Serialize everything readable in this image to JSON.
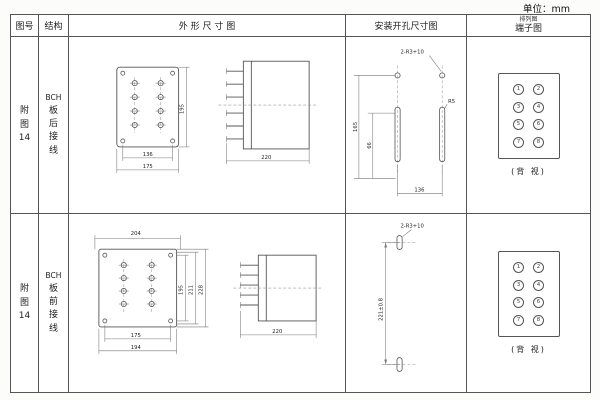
{
  "unit": "单位：mm",
  "headers": {
    "fig": "图号",
    "structure": "结构",
    "outline": "外 形 尺 寸 图",
    "install": "安装开孔尺寸图",
    "terminal_sub": "排列图",
    "terminal": "端子图"
  },
  "rows": [
    {
      "fig": [
        "附",
        "图",
        "14"
      ],
      "structure": [
        "BCH",
        "板",
        "后",
        "接",
        "线"
      ],
      "outline": {
        "h": "195",
        "w_in": "136",
        "w_out": "175",
        "depth": "220"
      },
      "install": {
        "h_out": "165",
        "h_in": "66",
        "w": "136",
        "holes": "2-R3+10",
        "radius": "R5"
      },
      "terminal": {
        "caption": "(背 视)",
        "pins": [
          "1",
          "2",
          "3",
          "4",
          "5",
          "6",
          "7",
          "8"
        ]
      }
    },
    {
      "fig": [
        "附",
        "图",
        "14"
      ],
      "structure": [
        "BCH",
        "板",
        "前",
        "接",
        "线"
      ],
      "outline": {
        "top": "204",
        "h1": "195",
        "h2": "211",
        "h3": "228",
        "w_in": "175",
        "w_out": "194",
        "depth": "220"
      },
      "install": {
        "holes": "2-R3+10",
        "h": "221±0.8"
      },
      "terminal": {
        "caption": "(背 视)",
        "pins": [
          "1",
          "2",
          "3",
          "4",
          "5",
          "6",
          "7",
          "8"
        ]
      }
    }
  ]
}
